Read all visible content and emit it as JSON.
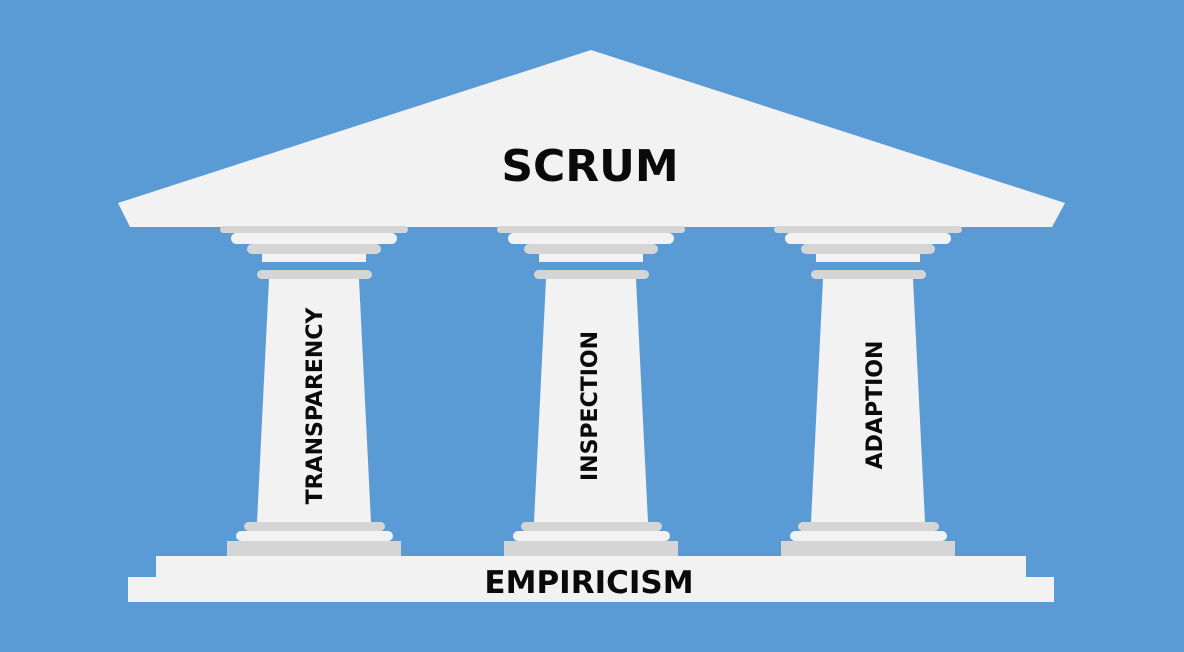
{
  "roof": {
    "title": "SCRUM"
  },
  "pillars": [
    {
      "label": "TRANSPARENCY"
    },
    {
      "label": "INSPECTION"
    },
    {
      "label": "ADAPTION"
    }
  ],
  "base": {
    "title": "EMPIRICISM"
  },
  "colors": {
    "background": "#5b9bd5",
    "structure": "#f2f2f2",
    "shadow": "#d5d5d5",
    "text": "#0a0a0a"
  }
}
